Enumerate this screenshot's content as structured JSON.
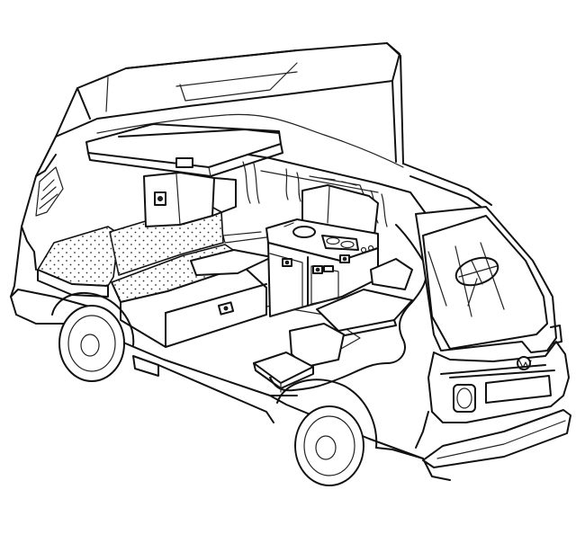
{
  "illustration": {
    "subject": "camper-van-cutaway",
    "parts": [
      "pop-up-roof",
      "bench-seat",
      "rear-bed",
      "kitchen-cabinet",
      "stove",
      "sink",
      "fold-out-table",
      "swivel-seat",
      "front-wheel",
      "rear-wheel",
      "headlight",
      "grille",
      "windshield",
      "steering-wheel"
    ]
  }
}
